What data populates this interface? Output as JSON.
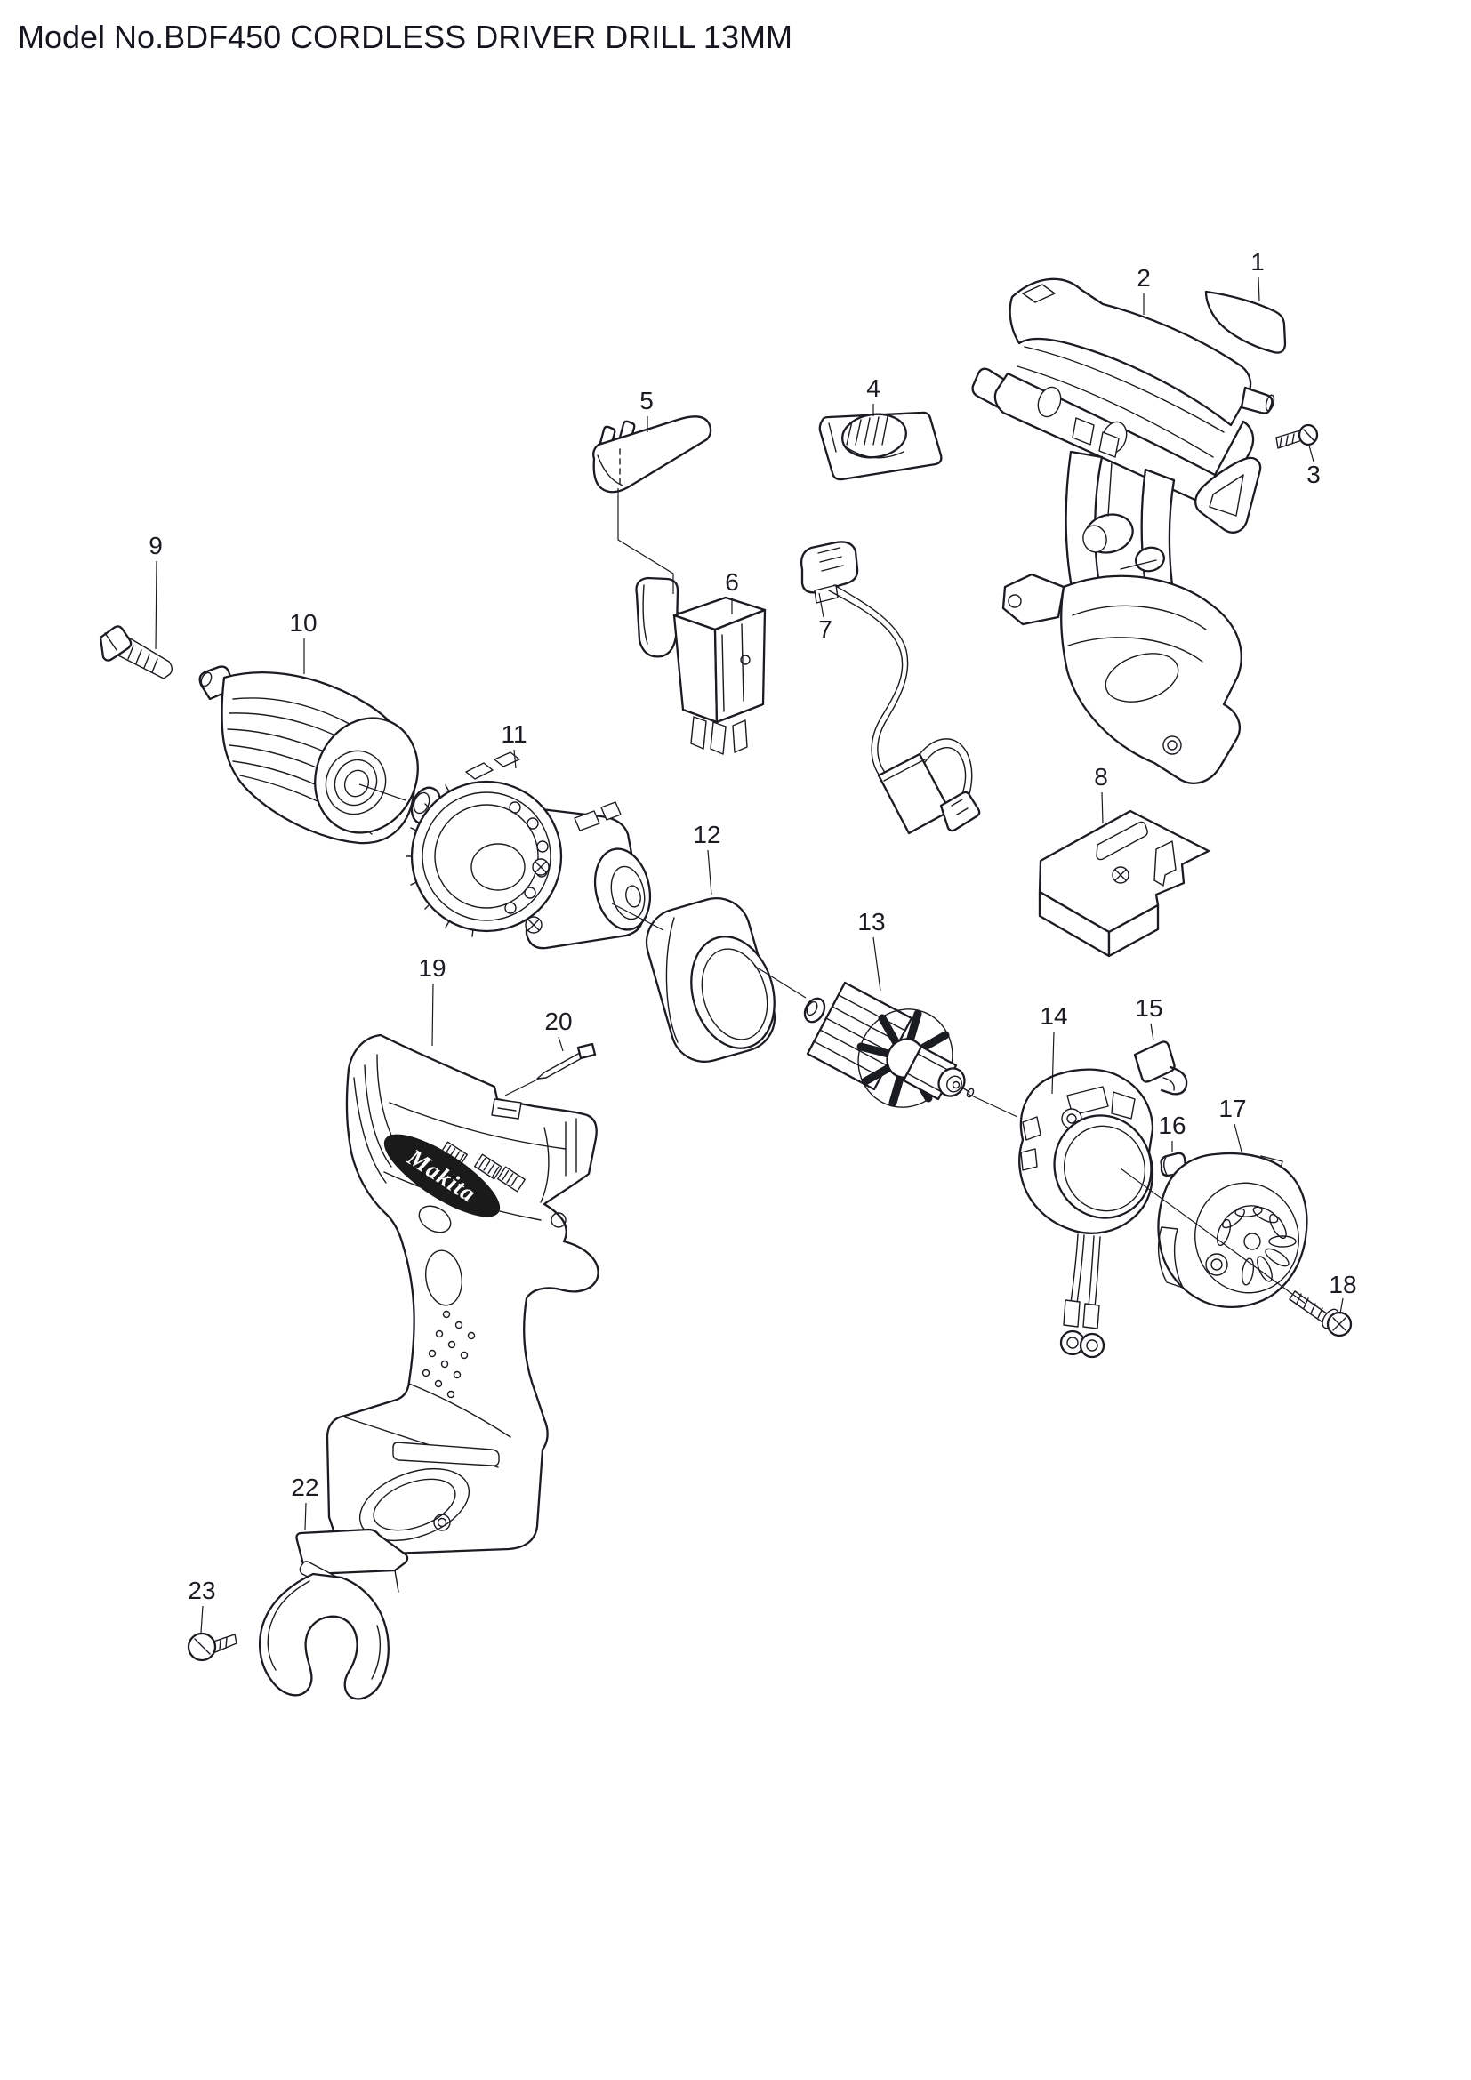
{
  "title": "Model No.BDF450 CORDLESS DRIVER DRILL 13MM",
  "brand": {
    "logo_text": "Makita"
  },
  "colors": {
    "ink": "#1b1b22",
    "paper": "#ffffff",
    "logo": "#1a1a1a",
    "title": "#15151f"
  },
  "callouts": {
    "c1": "1",
    "c2": "2",
    "c3": "3",
    "c4": "4",
    "c5": "5",
    "c6": "6",
    "c7": "7",
    "c8": "8",
    "c9": "9",
    "c10": "10",
    "c11": "11",
    "c12": "12",
    "c13": "13",
    "c14": "14",
    "c15": "15",
    "c16": "16",
    "c17": "17",
    "c18": "18",
    "c19": "19",
    "c20": "20",
    "c22": "22",
    "c23": "23"
  }
}
